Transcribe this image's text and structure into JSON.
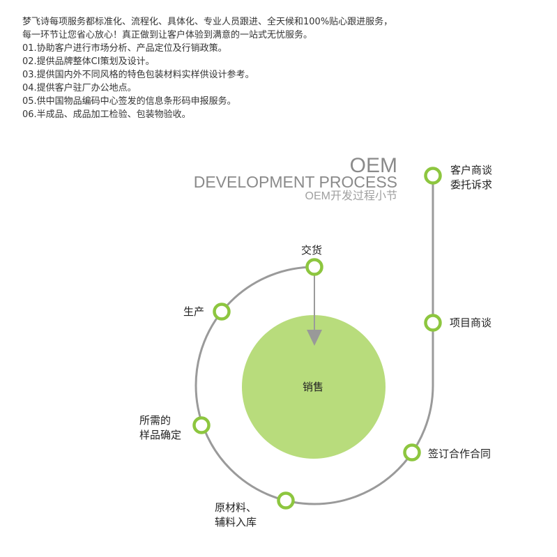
{
  "intro": {
    "lines": [
      "梦飞诗每项服务都标准化、流程化、具体化、专业人员跟进、全天候和100%贴心跟进服务，",
      "每一环节让您省心放心！真正做到让客户体验到满意的一站式无忧服务。",
      "01.协助客户进行市场分析、产品定位及行销政策。",
      "02.提供品牌整体CI策划及设计。",
      "03.提供国内外不同风格的特色包装材料实样供设计参考。",
      "04.提供客户驻厂办公地点。",
      "05.供中国物品编码中心签发的信息条形码申报服务。",
      "06.半成品、成品加工检验、包装物验收。"
    ]
  },
  "heading": {
    "title": "OEM",
    "subtitle": "DEVELOPMENT PROCESS",
    "caption": "OEM开发过程小节"
  },
  "center": {
    "label": "销售"
  },
  "steps": [
    {
      "l1": "客户商谈",
      "l2": "委托诉求"
    },
    {
      "l1": "项目商谈"
    },
    {
      "l1": "签订合作合同"
    },
    {
      "l1": "原材料、",
      "l2": "辅料入库"
    },
    {
      "l1": "所需的",
      "l2": "样品确定"
    },
    {
      "l1": "生产"
    },
    {
      "l1": "交货"
    }
  ],
  "colors": {
    "accent": "#8dc63f",
    "disk": "#b8dc7c",
    "line": "#9a9a9a"
  }
}
